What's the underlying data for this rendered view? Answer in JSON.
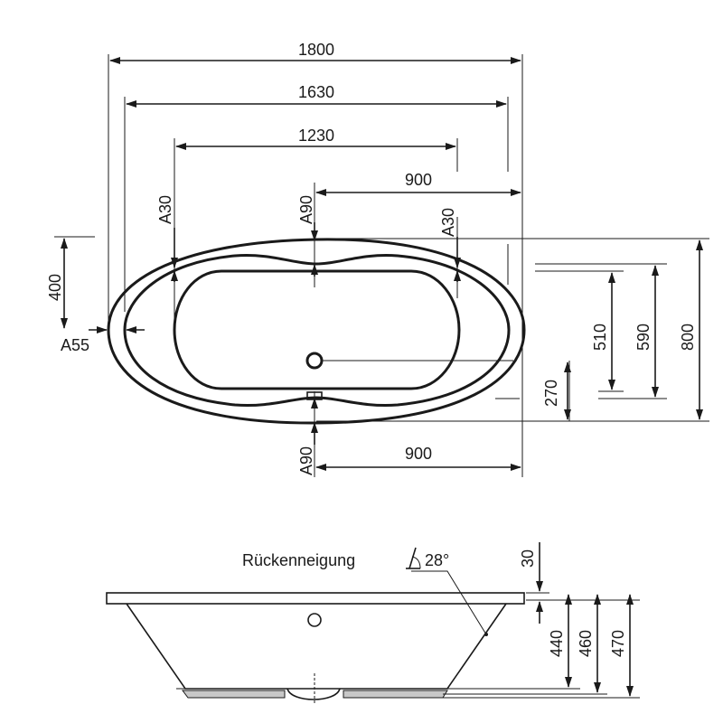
{
  "top_view": {
    "widths": {
      "overall": "1800",
      "inner_rim": "1630",
      "basin": "1230",
      "half_to_drain": "900",
      "half_bottom": "900"
    },
    "heights": {
      "overall": "800",
      "rim_inner": "590",
      "basin": "510",
      "drain_offset": "270",
      "left_section": "400"
    },
    "angles": {
      "left_side": "A55",
      "top_left": "A30",
      "top_center": "A90",
      "top_right": "A30",
      "bottom_center": "A90"
    }
  },
  "side_view": {
    "back_slope_label": "Rückenneigung",
    "back_slope_angle": "28°",
    "rim_thickness": "30",
    "depth_inner": "440",
    "depth_mid": "460",
    "depth_total": "470"
  }
}
